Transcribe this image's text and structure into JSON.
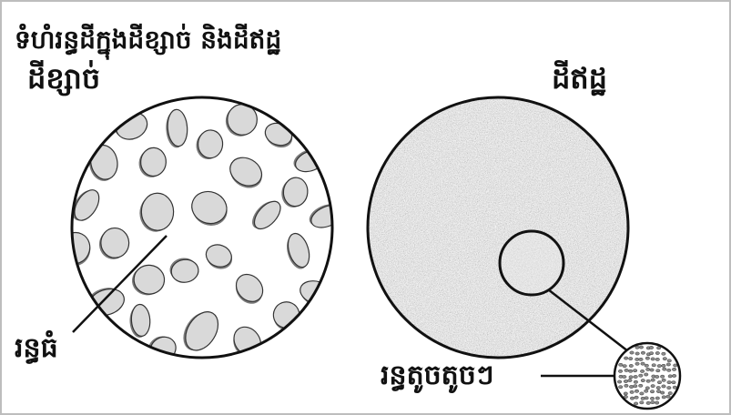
{
  "title": "ទំហំរន្ធដីក្នុងដីខ្សាច់ និងដីឥដ្ឋ",
  "sandy_soil": {
    "label": "ដីខ្សាច់",
    "pore_label": "រន្ធធំ"
  },
  "clay_soil": {
    "label": "ដីឥដ្ឋ",
    "pore_label": "រន្ធតូចតូចៗ"
  },
  "colors": {
    "outline": "#111111",
    "grain_fill": "#d9d9d9",
    "grain_shadow": "#7a7a7a",
    "clay_fill": "#6e6e6e",
    "zoom_fill": "#c8c8c8"
  }
}
